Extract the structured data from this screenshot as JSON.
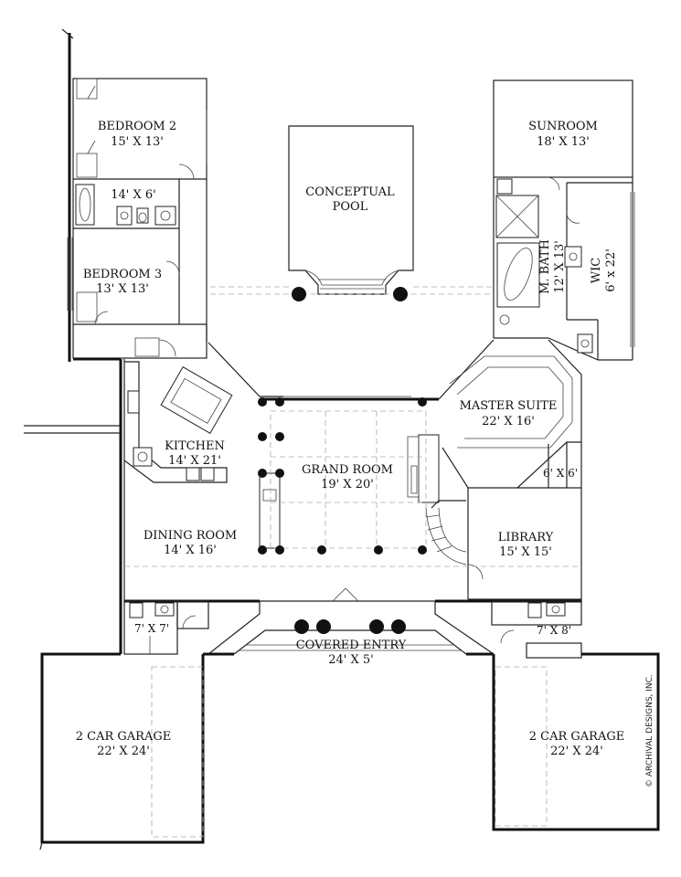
{
  "rooms": {
    "bedroom2": {
      "name": "BEDROOM 2",
      "size": "15' X 13'"
    },
    "bath2": {
      "size": "14' X 6'"
    },
    "bedroom3": {
      "name": "BEDROOM 3",
      "size": "13' X 13'"
    },
    "pool": {
      "line1": "CONCEPTUAL",
      "line2": "POOL"
    },
    "sunroom": {
      "name": "SUNROOM",
      "size": "18' X 13'"
    },
    "mbath": {
      "name": "M. BATH",
      "size": "12' X 13'"
    },
    "wic": {
      "name": "WIC",
      "size": "6' x 22'"
    },
    "kitchen": {
      "name": "KITCHEN",
      "size": "14' X 21'"
    },
    "grand": {
      "name": "GRAND ROOM",
      "size": "19' X 20'"
    },
    "master": {
      "name": "MASTER SUITE",
      "size": "22' X 16'"
    },
    "closet6": {
      "size": "6' X 6'"
    },
    "dining": {
      "name": "DINING ROOM",
      "size": "14' X 16'"
    },
    "library": {
      "name": "LIBRARY",
      "size": "15' X 15'"
    },
    "powder7": {
      "size": "7' X 7'"
    },
    "entry": {
      "name": "COVERED ENTRY",
      "size": "24' X 5'"
    },
    "bath78": {
      "size": "7' X 8'"
    },
    "garage_left": {
      "name": "2 CAR GARAGE",
      "size": "22' X 24'"
    },
    "garage_right": {
      "name": "2 CAR GARAGE",
      "size": "22' X 24'"
    }
  },
  "copyright": "© ARCHIVAL DESIGNS, INC."
}
